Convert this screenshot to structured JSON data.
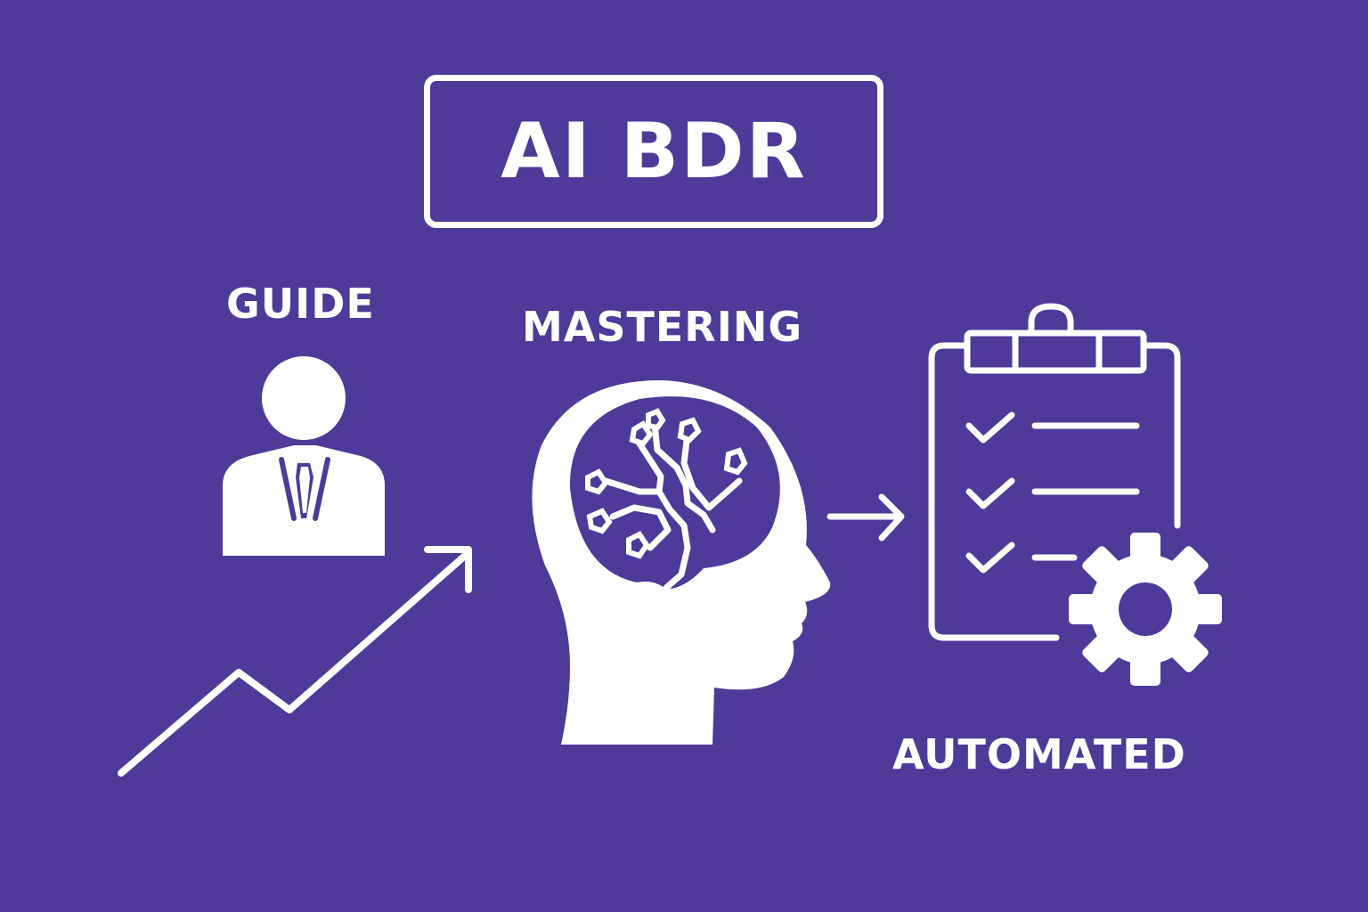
{
  "title": "AI BDR",
  "labels": {
    "guide": "GUIDE",
    "mastering": "MASTERING",
    "automated": "AUTOMATED"
  },
  "icons": [
    "person-icon",
    "trend-arrow-icon",
    "brain-head-icon",
    "right-arrow-icon",
    "checklist-clipboard-icon",
    "gear-icon"
  ],
  "colors": {
    "background": "#4d3a99",
    "foreground": "#ffffff"
  }
}
